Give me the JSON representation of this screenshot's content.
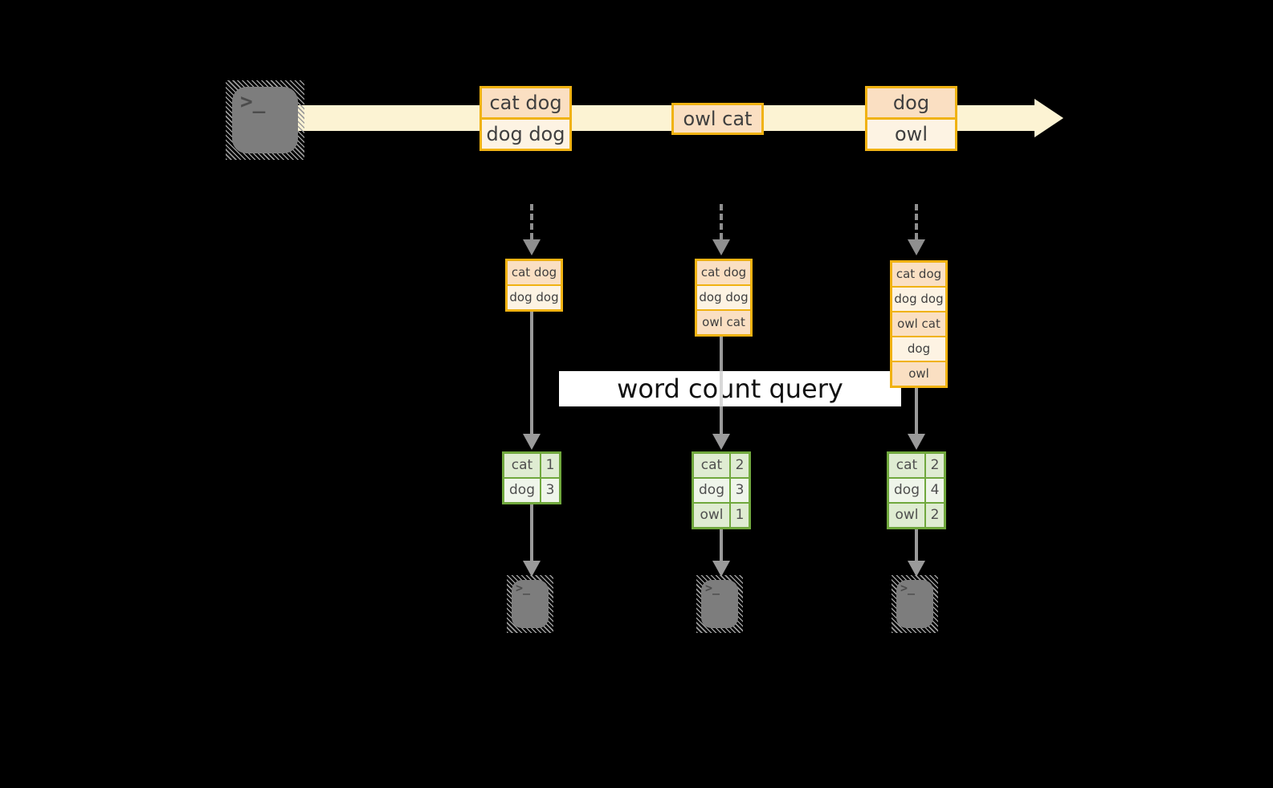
{
  "query_label": "word count query",
  "icons": {
    "terminal_prompt": ">_"
  },
  "stream": {
    "batches": [
      {
        "lines": [
          "cat dog",
          "dog dog"
        ]
      },
      {
        "lines": [
          "owl cat"
        ]
      },
      {
        "lines": [
          "dog",
          "owl"
        ]
      }
    ]
  },
  "states": [
    {
      "lines": [
        "cat dog",
        "dog dog"
      ]
    },
    {
      "lines": [
        "cat dog",
        "dog dog",
        "owl cat"
      ]
    },
    {
      "lines": [
        "cat dog",
        "dog dog",
        "owl cat",
        "dog",
        "owl"
      ]
    }
  ],
  "results": [
    {
      "rows": [
        {
          "word": "cat",
          "count": "1"
        },
        {
          "word": "dog",
          "count": "3"
        }
      ]
    },
    {
      "rows": [
        {
          "word": "cat",
          "count": "2"
        },
        {
          "word": "dog",
          "count": "3"
        },
        {
          "word": "owl",
          "count": "1"
        }
      ]
    },
    {
      "rows": [
        {
          "word": "cat",
          "count": "2"
        },
        {
          "word": "dog",
          "count": "4"
        },
        {
          "word": "owl",
          "count": "2"
        }
      ]
    }
  ],
  "colors": {
    "background": "#000000",
    "gold_border": "#f0b212",
    "peach_fill": "#fadfc2",
    "cream_fill": "#fdf3e3",
    "stream_fill": "#fcf3d3",
    "green_border": "#70a83d",
    "green_cell_dark": "#dfecd2",
    "green_cell_light": "#eff5ea",
    "arrow_gray": "#9a9a9a",
    "terminal_gray": "#7d7d7d",
    "query_label_bg": "#ffffff"
  }
}
